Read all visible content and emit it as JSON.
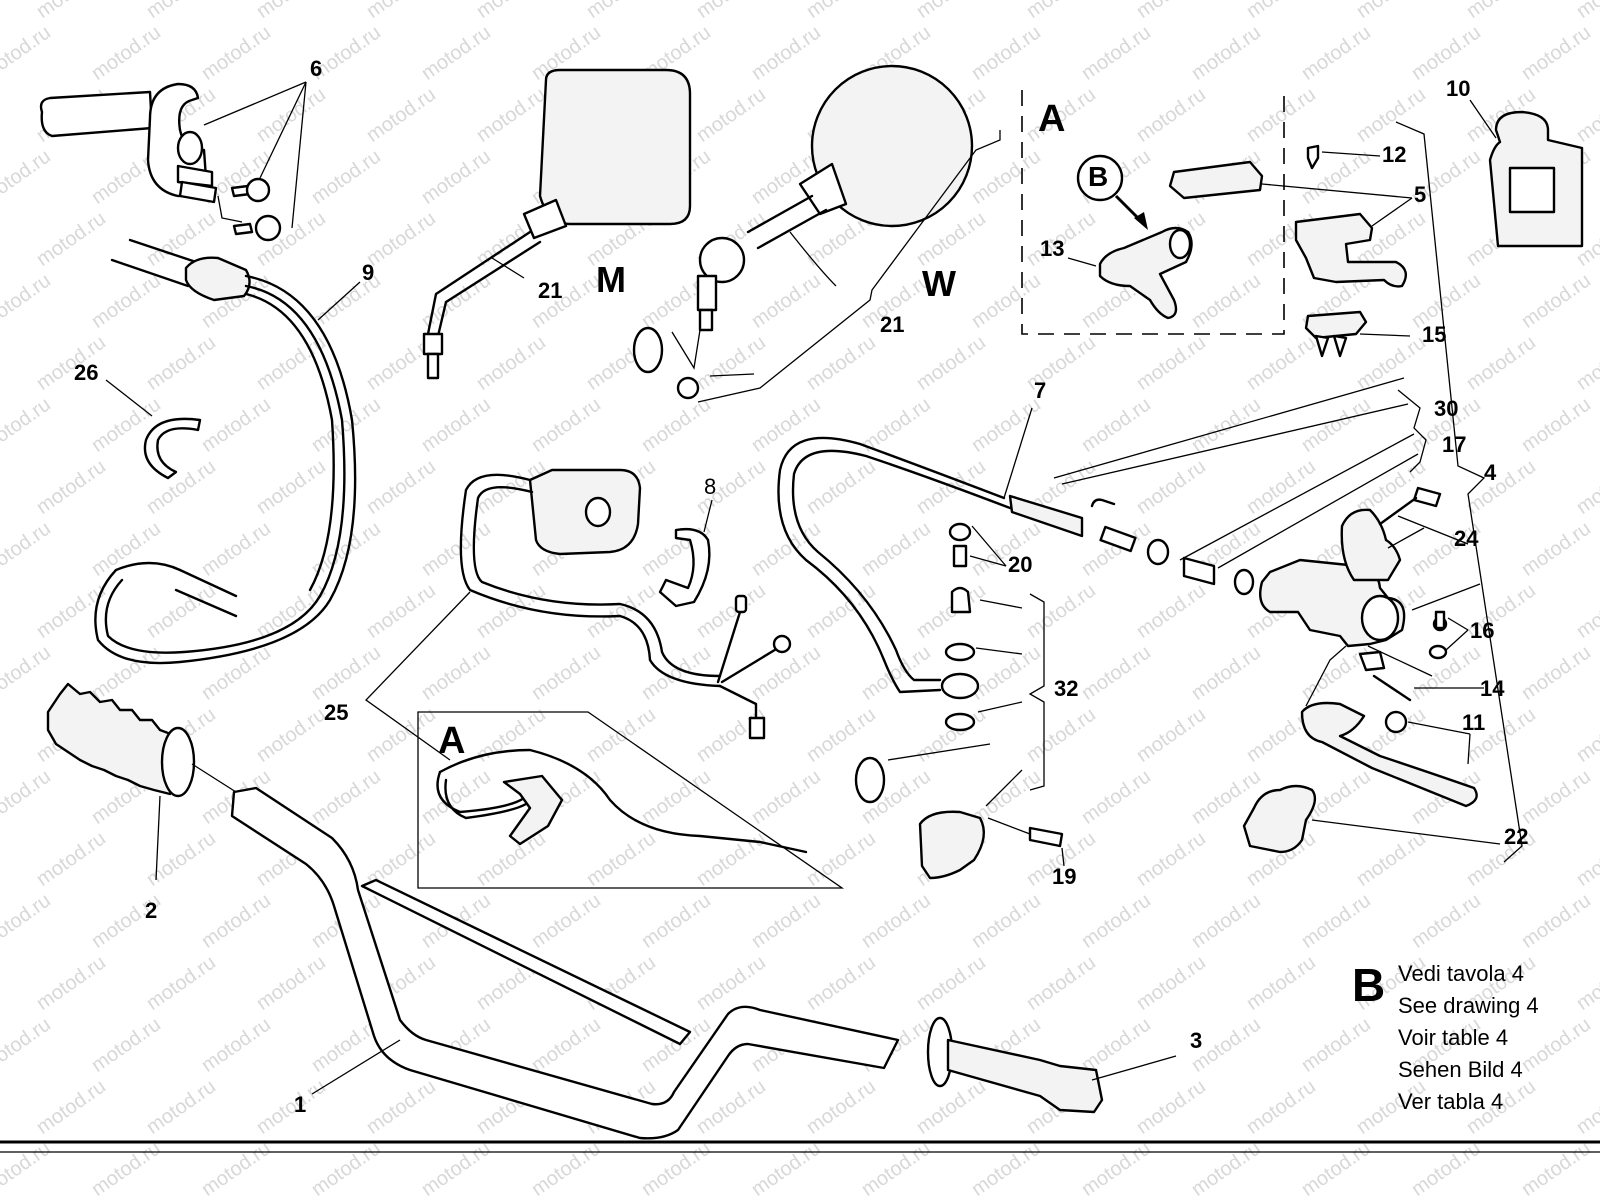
{
  "diagram": {
    "title": "Handlebar and controls exploded view",
    "watermark": "motod.ru",
    "section_labels": {
      "detail_a_top": "A",
      "detail_a_bottom": "A",
      "callout_b": "B"
    },
    "variant_labels": {
      "mirror_m": "M",
      "mirror_w": "W"
    },
    "part_labels": {
      "p1": "1",
      "p2": "2",
      "p3": "3",
      "p4": "4",
      "p5": "5",
      "p6": "6",
      "p7": "7",
      "p8": "8",
      "p9": "9",
      "p10": "10",
      "p11": "11",
      "p12": "12",
      "p13": "13",
      "p14": "14",
      "p15": "15",
      "p16": "16",
      "p17": "17",
      "p19": "19",
      "p20": "20",
      "p21_m": "21",
      "p21_w": "21",
      "p22": "22",
      "p24": "24",
      "p25": "25",
      "p26": "26",
      "p30": "30",
      "p32": "32"
    },
    "legend": {
      "key": "B",
      "lines": [
        "Vedi tavola 4",
        "See drawing 4",
        "Voir table 4",
        "Sehen Bild 4",
        "Ver tabla 4"
      ]
    }
  }
}
